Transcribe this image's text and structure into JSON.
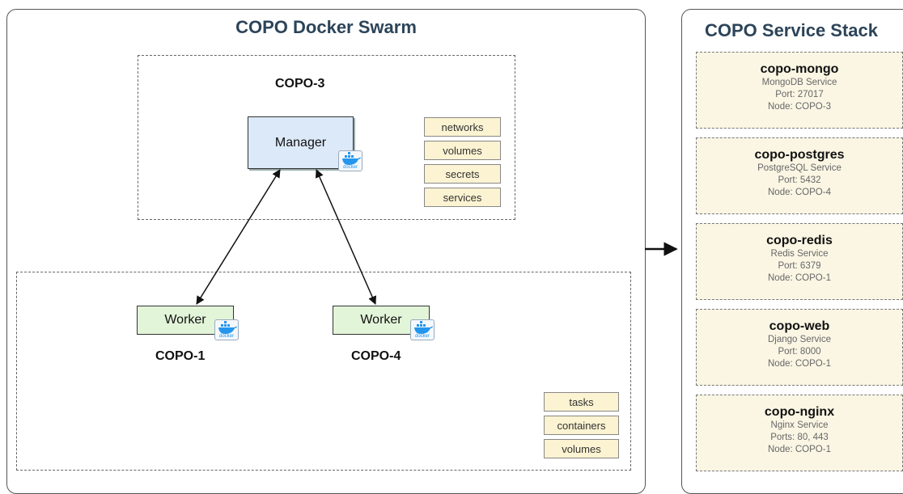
{
  "swarm": {
    "title": "COPO Docker Swarm",
    "manager_node": "COPO-3",
    "manager_label": "Manager",
    "manager_resources": [
      "networks",
      "volumes",
      "secrets",
      "services"
    ],
    "workers": [
      {
        "label": "Worker",
        "node": "COPO-1"
      },
      {
        "label": "Worker",
        "node": "COPO-4"
      }
    ],
    "worker_resources": [
      "tasks",
      "containers",
      "volumes"
    ],
    "docker_badge_text": "docker"
  },
  "stack": {
    "title": "COPO Service Stack",
    "services": [
      {
        "name": "copo-mongo",
        "desc": "MongoDB Service",
        "port": "Port: 27017",
        "node": "Node: COPO-3"
      },
      {
        "name": "copo-postgres",
        "desc": "PostgreSQL Service",
        "port": "Port: 5432",
        "node": "Node: COPO-4"
      },
      {
        "name": "copo-redis",
        "desc": "Redis Service",
        "port": "Port: 6379",
        "node": "Node: COPO-1"
      },
      {
        "name": "copo-web",
        "desc": "Django Service",
        "port": "Port: 8000",
        "node": "Node: COPO-1"
      },
      {
        "name": "copo-nginx",
        "desc": "Nginx Service",
        "port": "Ports: 80, 443",
        "node": "Node: COPO-1"
      }
    ]
  },
  "colors": {
    "title": "#2c4459",
    "manager_fill": "#dce9f9",
    "worker_fill": "#e3f5d9",
    "tag_fill": "#fbf3d1",
    "service_fill": "#fbf6e4",
    "docker_blue": "#2496ed"
  },
  "icons": [
    "docker-whale-icon"
  ]
}
